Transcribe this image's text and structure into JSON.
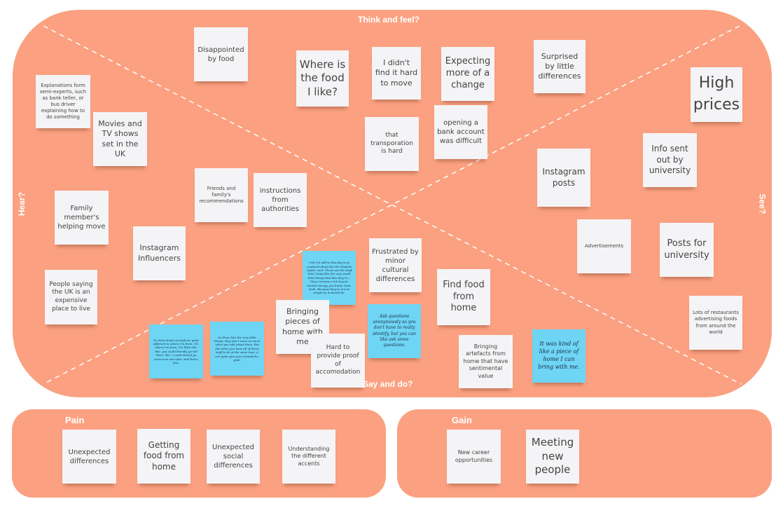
{
  "quadrants": {
    "top": "Think and feel?",
    "bottom": "Say and do?",
    "left": "Hear?",
    "right": "See?"
  },
  "notes": [
    "Disappointed by food",
    "Where is the food I like?",
    "I didn't find it hard to move",
    "Expecting more of a change",
    "Surprised by little differences",
    "High prices",
    "Explanations form semi-experts, such as bank teller, or bus driver explaining how to do something",
    "Movies and TV shows set in the UK",
    "that transporation is hard",
    "opening a bank account was difficult",
    "Info sent out by university",
    "Instagram posts",
    "Friends and family's recommendations",
    "instructions from authorities",
    "Family member's helping move",
    "Instagram Influencers",
    "Advertisements",
    "Posts for university",
    "People saying the UK is an expensive place to live",
    "Ooh I'm still to this day very confused about the the Student Oyster card. Those are the stuff that I keep like the very small little things that like they're... they consume a lot of your mental energy, you know. Yeah. Yeah. Because they're not as simple as it should be.",
    "Frustrated by minor cultural differences",
    "Find food from home",
    "Ask questions anonymously so you don't have to really identify, but you can like ask some questions.",
    "Bringing pieces of home with me",
    "Lots of restaurants advertising foods from around the world",
    "So these kinds of stuff are quite different to where I'm from. Uh, where I'm from, I'm little like, like, you could literally go tell them, like, I could almost go tomorrow and after. And that's fine.",
    "So these like the very little things, they don't seem as much when you talk about them. But like when you have all of these stuff to do at the same time, it can quite give you a headache, yeah.",
    "Hard to provide proof of accomodation",
    "Bringing artefacts from home that have sentimental value",
    "It was kind of like a piece of home I can bring with me."
  ],
  "pain": {
    "title": "Pain",
    "notes": [
      "Unexpected differences",
      "Getting food from home",
      "Unexpected social differences",
      "Understanding the different accents"
    ]
  },
  "gain": {
    "title": "Gain",
    "notes": [
      "New career opportunities",
      "Meeting new people"
    ]
  },
  "colors": {
    "board": "#FBA181",
    "sticky": "#F4F4F6",
    "sticky_blue": "#6FD5F5"
  }
}
